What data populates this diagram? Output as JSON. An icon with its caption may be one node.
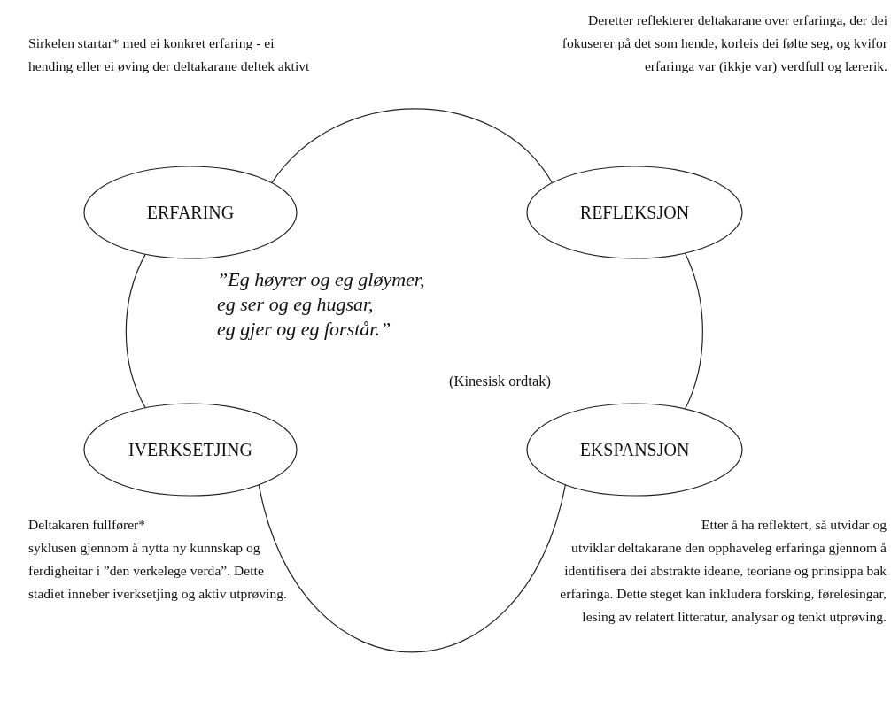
{
  "diagram": {
    "nodes": [
      {
        "text": [
          "ERFARING"
        ]
      },
      {
        "text": [
          "REFLEKSJON"
        ]
      },
      {
        "text": [
          "IVERKSETJING"
        ],
        "beside": [
          "Deltakaren fullfører* syklusen gjennom å nytta ny kunnskap og ferdigheitar i ”den verkelege verda”. Dette stadiet inneber iverksetjing og aktiv utprøving."
        ]
      },
      {
        "text": [
          "EKSPANSJON"
        ],
        "beside": [
          "Etter å ha reflektert, så utvidar og utviklar deltakarane den opphaveleg erfaringa gjennom å identifisera dei abstrakte ideane, teoriane og prinsippa bak erfaringa. Dette steget kan inkludera forsking, førelesingar, lesing av relatert litteratur, analysar og tenkt utprøving."
        ]
      }
    ],
    "edges": [
      {
        "from": 0,
        "to": 1,
        "arrow": "none"
      },
      {
        "from": 1,
        "to": 3,
        "arrow": "none"
      },
      {
        "from": 3,
        "to": 2,
        "arrow": "none"
      },
      {
        "from": 2,
        "to": 0,
        "arrow": "none"
      }
    ],
    "labels": [
      "Sirkelen startar* med ei konkret erfaring - ei hending eller ei øving der deltakarane deltek aktivt",
      "Deretter reflekterer deltakarane over erfaringa, der dei fokuserer på det som hende, korleis dei følte seg, og kvifor erfaringa var (ikkje var) verdfull og lærerik.",
      "”Eg høyrer og eg gløymer,",
      "eg ser og eg hugsar,",
      "eg gjer og eg forstår.”",
      "(Kinesisk ordtak)"
    ]
  }
}
